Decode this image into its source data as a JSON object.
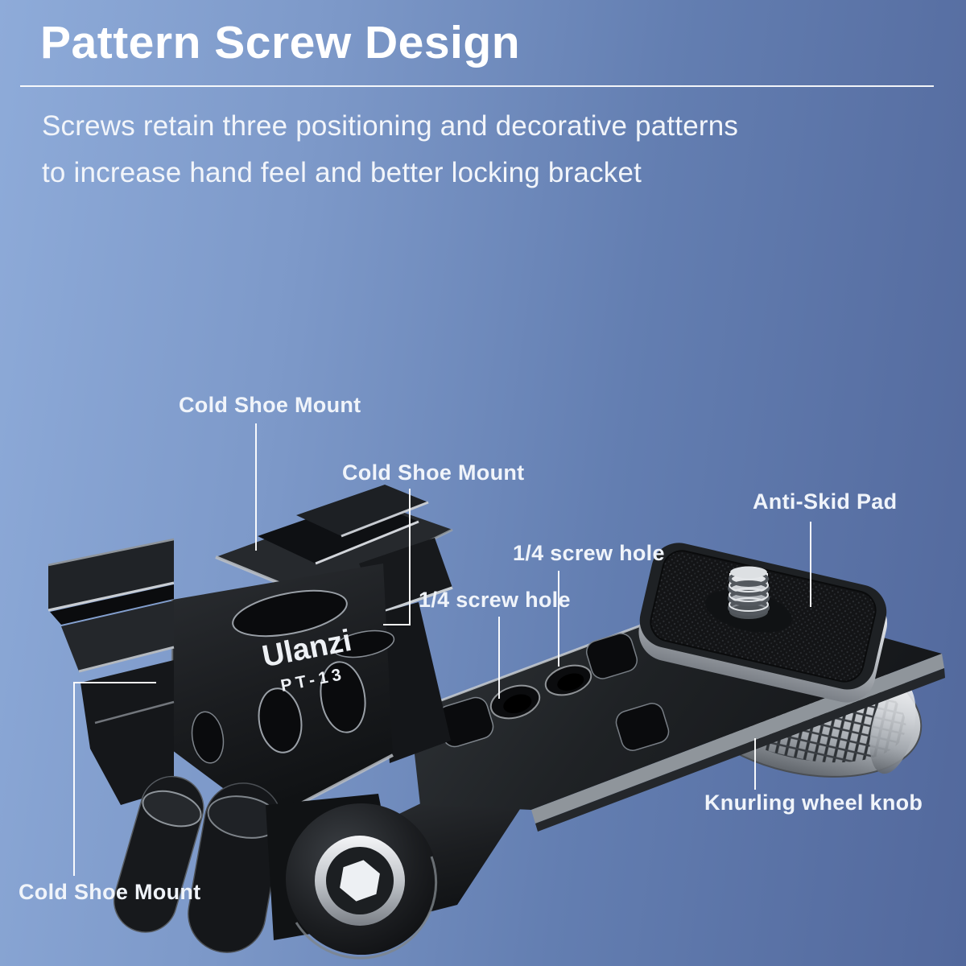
{
  "header": {
    "title": "Pattern Screw Design",
    "subtitle_line1": "Screws retain three positioning and decorative patterns",
    "subtitle_line2": "to increase hand feel and better locking bracket"
  },
  "product": {
    "brand": "Ulanzi",
    "model": "PT-13"
  },
  "labels": {
    "cold_shoe_top": "Cold Shoe Mount",
    "cold_shoe_mid": "Cold Shoe Mount",
    "quarter_screw_hole_upper": "1/4 screw hole",
    "quarter_screw_hole_lower": "1/4 screw hole",
    "anti_skid_pad": "Anti-Skid Pad",
    "knurling_wheel_knob": "Knurling wheel knob",
    "cold_shoe_bottom": "Cold Shoe Mount"
  },
  "colors": {
    "background_left": "#8EABD9",
    "background_right": "#52689C",
    "text": "#FFFFFF",
    "product_black": "#17191C",
    "product_silver": "#C8CCD1"
  }
}
